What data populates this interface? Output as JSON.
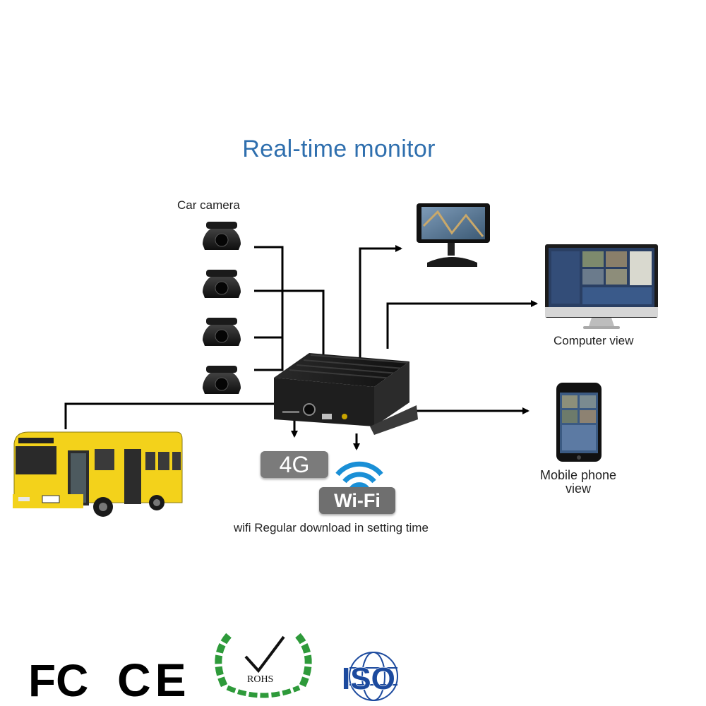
{
  "title": "Real-time monitor",
  "labels": {
    "car_camera": "Car camera",
    "computer_view": "Computer view",
    "mobile_view_line1": "Mobile phone",
    "mobile_view_line2": "view",
    "wifi_note": "wifi Regular download in setting time"
  },
  "badges": {
    "network_4g": "4G",
    "wifi": "Wi-Fi"
  },
  "certifications": {
    "fcc": "FC",
    "ce": "CE",
    "rohs": "ROHS",
    "iso": "ISO"
  },
  "colors": {
    "title": "#2f6fae",
    "bus_yellow": "#f3d21b",
    "wifi_blue": "#1a8fd6",
    "laurel_green": "#2e9a3a",
    "iso_blue": "#1c4a9e"
  },
  "icons": {
    "camera": "dome-camera-icon",
    "monitor": "car-monitor-icon",
    "computer": "desktop-computer-icon",
    "phone": "smartphone-icon",
    "bus": "bus-icon",
    "dvr": "mobile-dvr-icon",
    "wifi": "wifi-signal-icon"
  }
}
